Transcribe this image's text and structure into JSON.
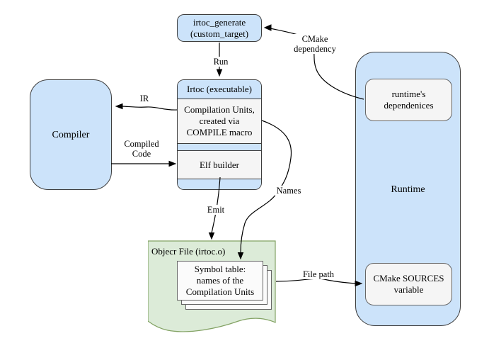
{
  "title": "Irtoc build flow diagram",
  "colors": {
    "blue": "#cce3fa",
    "blue_border": "#3d3d3d",
    "gray": "#f5f5f5",
    "gray_border": "#666666",
    "paper": "#fbfbfb",
    "green": "#dcebd8",
    "green_border": "#82a263",
    "arrow": "#000000"
  },
  "nodes": {
    "irtoc_generate": {
      "line1": "irtoc_generate",
      "line2": "(custom_target)"
    },
    "compiler": {
      "label": "Compiler"
    },
    "irtoc": {
      "header": "Irtoc (executable)",
      "cu_line1": "Compilation Units,",
      "cu_line2": "created via",
      "cu_line3": "COMPILE macro",
      "elf": "Elf builder"
    },
    "runtime": {
      "label": "Runtime",
      "deps_line1": "runtime's",
      "deps_line2": "dependenices",
      "sources_line1": "CMake SOURCES",
      "sources_line2": "variable"
    },
    "object_file": {
      "title": "Objecr File (irtoc.o)",
      "sym_line1": "Symbol table:",
      "sym_line2": "names of the",
      "sym_line3": "Compilation Units"
    }
  },
  "edges": {
    "run": "Run",
    "cmake_dep_line1": "CMake",
    "cmake_dep_line2": "dependency",
    "ir": "IR",
    "compiled_line1": "Compiled",
    "compiled_line2": "Code",
    "emit": "Emit",
    "names": "Names",
    "file_path": "File path"
  }
}
